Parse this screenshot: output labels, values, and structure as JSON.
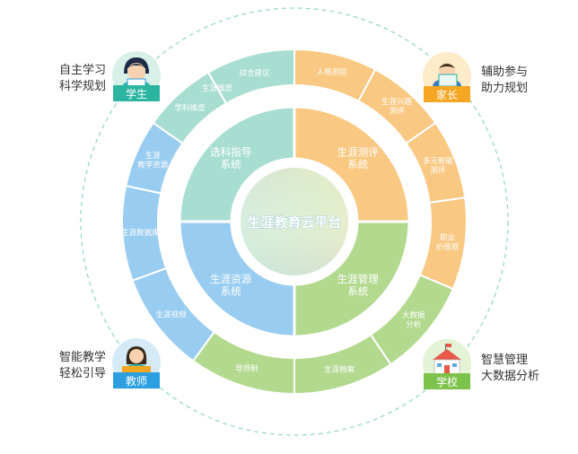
{
  "center": {
    "title": "生涯教育云平台"
  },
  "inner_systems": [
    {
      "lines": [
        "选科指导",
        "系统"
      ],
      "color": "#a8ddd1"
    },
    {
      "lines": [
        "生涯测评",
        "系统"
      ],
      "color": "#f9c882"
    },
    {
      "lines": [
        "生涯管理",
        "系统"
      ],
      "color": "#b3d98f"
    },
    {
      "lines": [
        "生涯资源",
        "系统"
      ],
      "color": "#98ccf0"
    }
  ],
  "outer_segments": [
    {
      "lines": [
        "综合建议"
      ],
      "color": "#a8ddd1"
    },
    {
      "lines": [
        "人格测验"
      ],
      "color": "#f9c882"
    },
    {
      "lines": [
        "生涯兴趣",
        "测评"
      ],
      "color": "#f9c882"
    },
    {
      "lines": [
        "多元智能",
        "测评"
      ],
      "color": "#f9c882"
    },
    {
      "lines": [
        "职业",
        "价值观"
      ],
      "color": "#f9c882"
    },
    {
      "lines": [
        "大数据",
        "分析"
      ],
      "color": "#b3d98f"
    },
    {
      "lines": [
        "生涯档案"
      ],
      "color": "#b3d98f"
    },
    {
      "lines": [
        "导师制"
      ],
      "color": "#b3d98f"
    },
    {
      "lines": [
        "生涯视频"
      ],
      "color": "#98ccf0"
    },
    {
      "lines": [
        "生涯数据库"
      ],
      "color": "#98ccf0"
    },
    {
      "lines": [
        "生涯",
        "教学资源"
      ],
      "color": "#98ccf0"
    },
    {
      "lines": [
        "学科维度"
      ],
      "color": "#a8ddd1"
    },
    {
      "lines": [
        "生涯维度"
      ],
      "color": "#a8ddd1"
    }
  ],
  "roles": {
    "student": {
      "badge": "学生",
      "color": "#2bb5a0",
      "desc": [
        "自主学习",
        "科学规划"
      ]
    },
    "parent": {
      "badge": "家长",
      "color": "#f5a623",
      "desc": [
        "辅助参与",
        "助力规划"
      ]
    },
    "teacher": {
      "badge": "教师",
      "color": "#2b9fe0",
      "desc": [
        "智能教学",
        "轻松引导"
      ]
    },
    "school": {
      "badge": "学校",
      "color": "#7dc24b",
      "desc": [
        "智慧管理",
        "大数据分析"
      ]
    }
  }
}
